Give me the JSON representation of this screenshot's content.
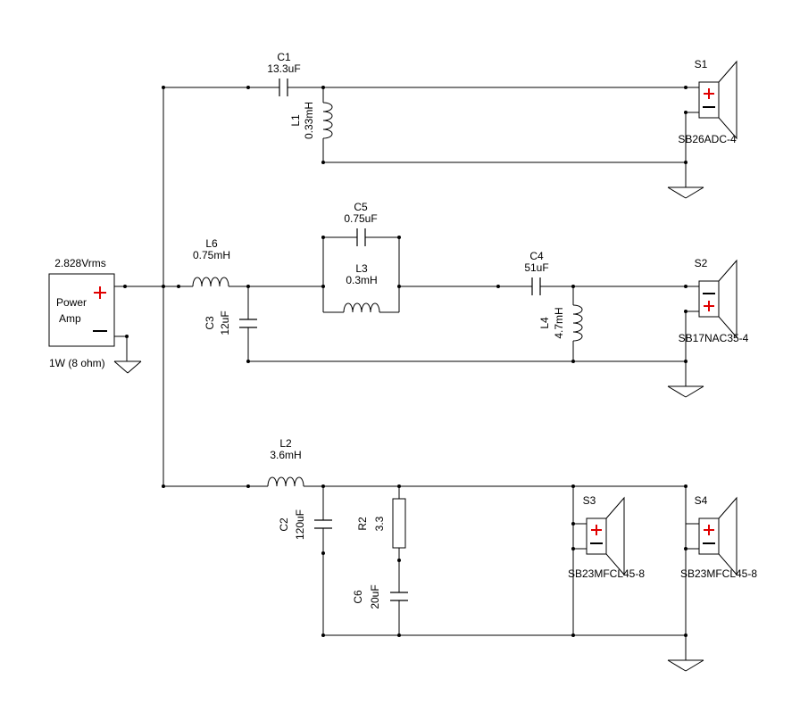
{
  "source": {
    "voltage": "2.828Vrms",
    "name_line1": "Power",
    "name_line2": "Amp",
    "power": "1W (8 ohm)"
  },
  "components": {
    "C1": {
      "ref": "C1",
      "value": "13.3uF"
    },
    "L1": {
      "ref": "L1",
      "value": "0.33mH"
    },
    "L6": {
      "ref": "L6",
      "value": "0.75mH"
    },
    "C5": {
      "ref": "C5",
      "value": "0.75uF"
    },
    "L3": {
      "ref": "L3",
      "value": "0.3mH"
    },
    "C4": {
      "ref": "C4",
      "value": "51uF"
    },
    "L4": {
      "ref": "L4",
      "value": "4.7mH"
    },
    "C3": {
      "ref": "C3",
      "value": "12uF"
    },
    "L2": {
      "ref": "L2",
      "value": "3.6mH"
    },
    "C2": {
      "ref": "C2",
      "value": "120uF"
    },
    "R2": {
      "ref": "R2",
      "value": "3.3"
    },
    "C6": {
      "ref": "C6",
      "value": "20uF"
    }
  },
  "speakers": {
    "S1": {
      "ref": "S1",
      "model": "SB26ADC-4"
    },
    "S2": {
      "ref": "S2",
      "model": "SB17NAC35-4"
    },
    "S3": {
      "ref": "S3",
      "model": "SB23MFCL45-8"
    },
    "S4": {
      "ref": "S4",
      "model": "SB23MFCL45-8"
    }
  },
  "colors": {
    "wire": "#000000",
    "polarity": "#e00000"
  }
}
